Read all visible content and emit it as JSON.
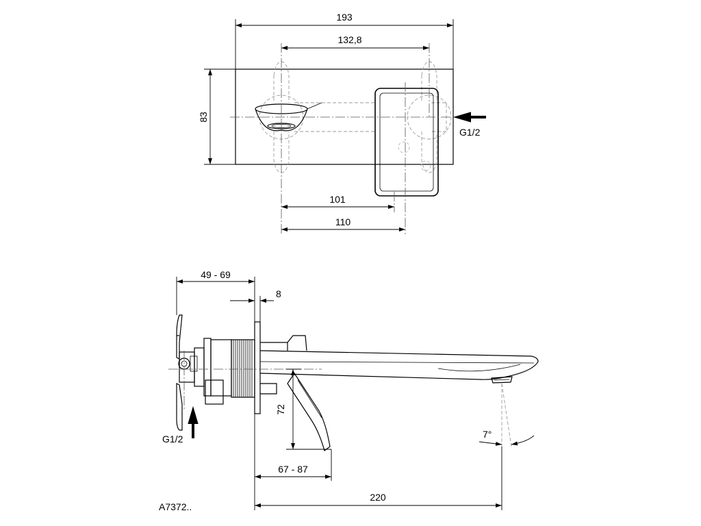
{
  "top_view": {
    "width_label": "193",
    "spacing_label": "132,8",
    "height_label": "83",
    "offset_101_label": "101",
    "offset_110_label": "110",
    "inlet_label": "G1/2"
  },
  "side_view": {
    "depth_label": "49 - 69",
    "plate_label": "8",
    "handle_label": "72",
    "lever_reach_label": "67 - 87",
    "reach_label": "220",
    "angle_label": "7°",
    "inlet_label": "G1/2"
  },
  "reference_code": "A7372.."
}
